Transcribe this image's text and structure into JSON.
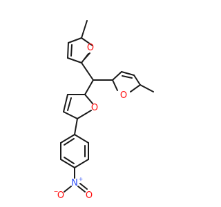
{
  "molecule": {
    "atom_labels": {
      "furan_top_o": "O",
      "furan_right_o": "O",
      "furan_mid_o": "O",
      "nitro_n": "N",
      "nitro_n_charge": "+",
      "nitro_o_left": "O",
      "nitro_o_left_charge": "−",
      "nitro_o_right": "O"
    },
    "colors": {
      "bond": "#1a1a1a",
      "oxygen": "#ff0d0d",
      "nitrogen": "#3050f8",
      "background": "#ffffff"
    }
  }
}
